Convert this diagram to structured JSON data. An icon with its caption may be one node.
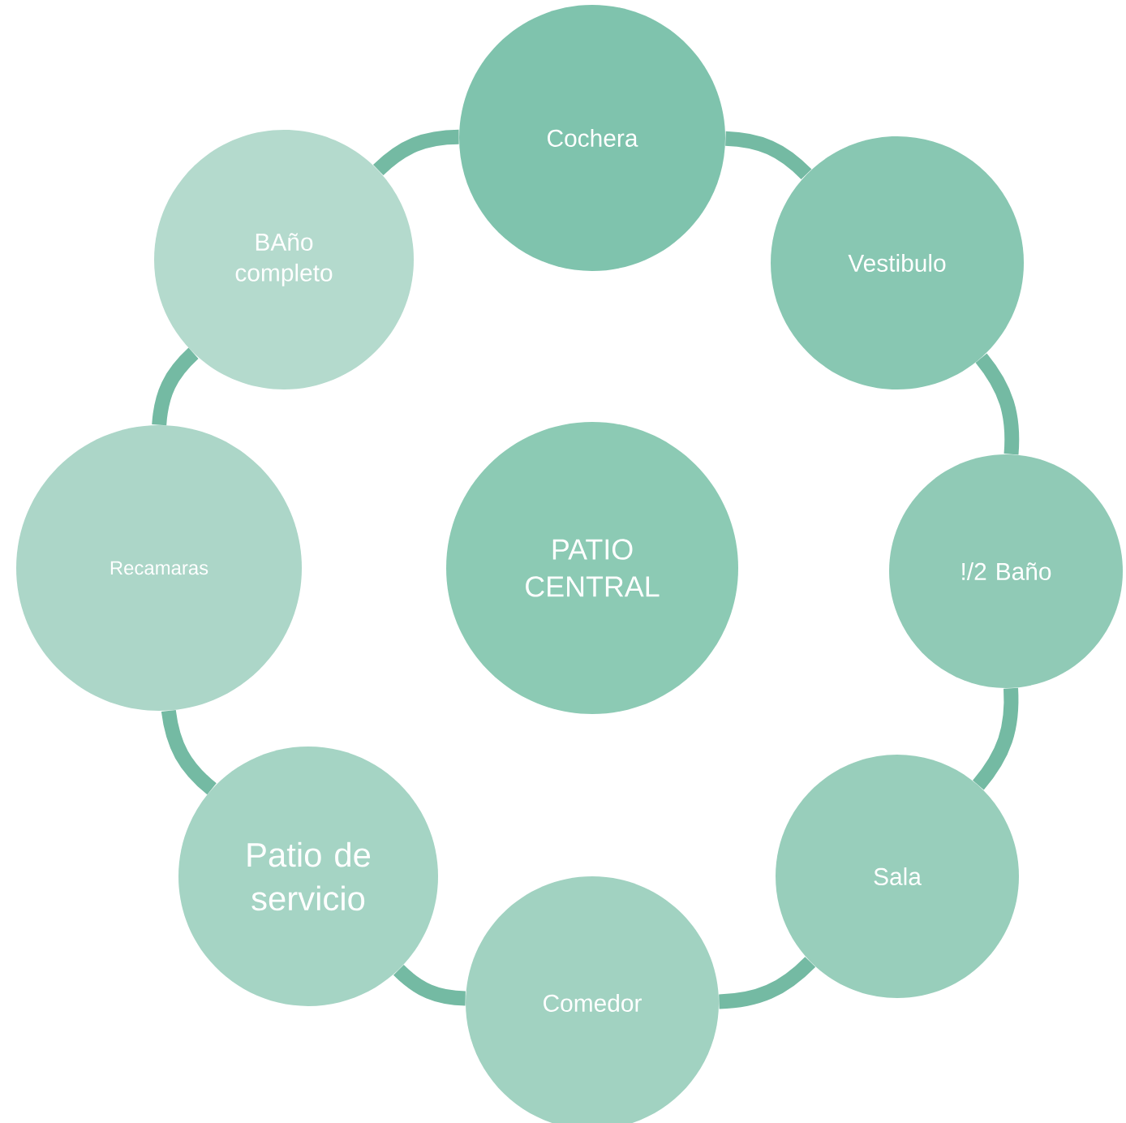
{
  "diagram": {
    "nodes": [
      {
        "text": [
          "Cochera"
        ]
      },
      {
        "text": [
          "Vestibulo"
        ]
      },
      {
        "text": [
          "!/2  Baño"
        ]
      },
      {
        "text": [
          "Sala"
        ]
      },
      {
        "text": [
          "Comedor"
        ]
      },
      {
        "text": [
          "Patio de servicio"
        ]
      },
      {
        "text": [
          "Recamaras"
        ]
      },
      {
        "text": [
          "BAño completo"
        ]
      },
      {
        "text": [
          "PATIO CENTRAL"
        ]
      }
    ],
    "edges": [
      {
        "from": 0,
        "to": 1,
        "arrow": "none"
      },
      {
        "from": 1,
        "to": 2,
        "arrow": "none"
      },
      {
        "from": 2,
        "to": 3,
        "arrow": "none"
      },
      {
        "from": 3,
        "to": 4,
        "arrow": "none"
      },
      {
        "from": 4,
        "to": 5,
        "arrow": "none"
      },
      {
        "from": 5,
        "to": 6,
        "arrow": "none"
      },
      {
        "from": 6,
        "to": 7,
        "arrow": "none"
      },
      {
        "from": 7,
        "to": 0,
        "arrow": "none"
      }
    ]
  }
}
